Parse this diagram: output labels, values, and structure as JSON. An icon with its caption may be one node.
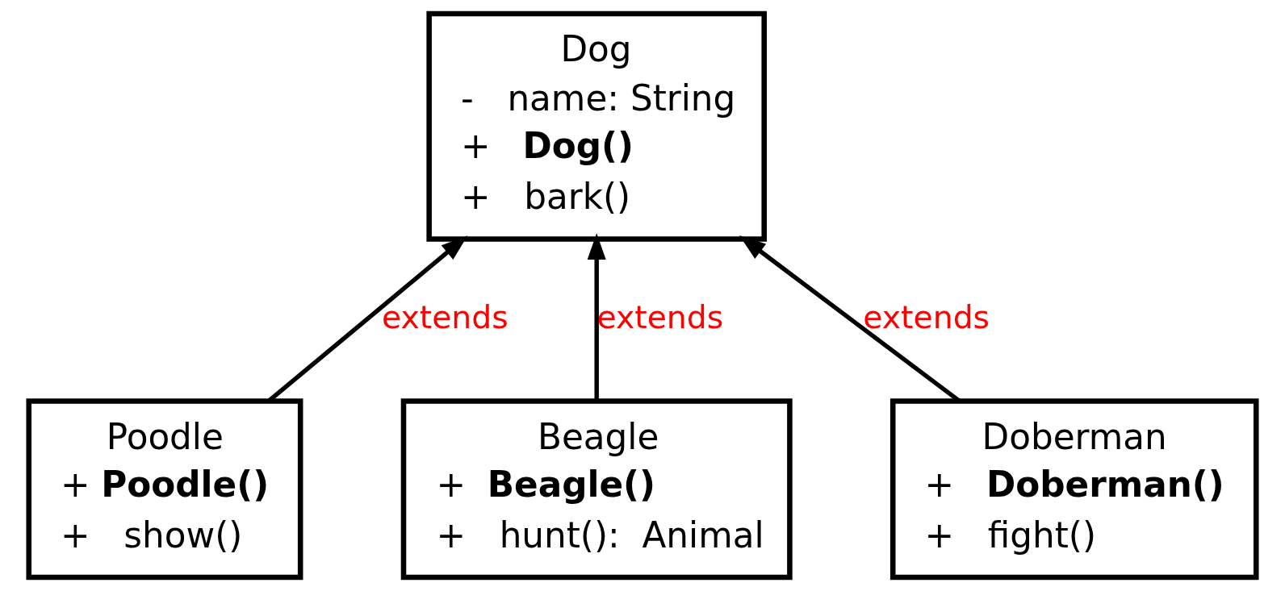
{
  "diagram": {
    "nodes": [
      {
        "text": [
          "Dog",
          "-   name: String",
          "+   **Dog()**",
          "+   bark()"
        ]
      },
      {
        "text": [
          "Poodle",
          "+ **Poodle()**",
          "+   show()"
        ]
      },
      {
        "text": [
          "Beagle",
          "+  **Beagle()**",
          "+   hunt():  Animal"
        ]
      },
      {
        "text": [
          "Doberman",
          "+   **Doberman()**",
          "+   fight()"
        ]
      }
    ],
    "edges": [
      {
        "from": 1,
        "to": 0,
        "arrow": "to",
        "label": "extends"
      },
      {
        "from": 2,
        "to": 0,
        "arrow": "to",
        "label": "extends"
      },
      {
        "from": 3,
        "to": 0,
        "arrow": "to",
        "label": "extends"
      }
    ]
  }
}
